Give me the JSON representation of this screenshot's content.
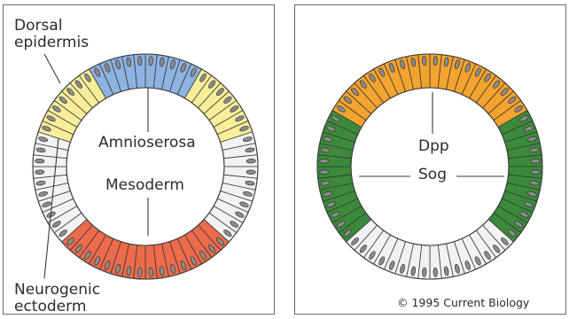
{
  "left": {
    "labels": {
      "dorsal_line1": "Dorsal",
      "dorsal_line2": "epidermis",
      "amnioserosa": "Amnioserosa",
      "mesoderm": "Mesoderm",
      "neuro_line1": "Neurogenic",
      "neuro_line2": "ectoderm"
    },
    "segments": [
      {
        "from": -30,
        "to": 30,
        "color": "#8eb2e2"
      },
      {
        "from": 30,
        "to": 70,
        "color": "#f8ee9a"
      },
      {
        "from": -70,
        "to": -30,
        "color": "#f8ee9a"
      },
      {
        "from": 70,
        "to": 130,
        "color": "#f2f2f2"
      },
      {
        "from": -130,
        "to": -70,
        "color": "#f2f2f2"
      },
      {
        "from": 130,
        "to": 230,
        "color": "#ec6b4a"
      }
    ]
  },
  "right": {
    "labels": {
      "dpp": "Dpp",
      "sog": "Sog"
    },
    "segments": [
      {
        "from": -62,
        "to": 62,
        "color": "#f4a32e"
      },
      {
        "from": 62,
        "to": 132,
        "color": "#3a8a3a"
      },
      {
        "from": -132,
        "to": -62,
        "color": "#3a8a3a"
      },
      {
        "from": 132,
        "to": 228,
        "color": "#f2f2f2"
      }
    ]
  },
  "copyright": "© 1995 Current Biology",
  "colors": {
    "outline": "#3a3a3a",
    "nucleus": "#8c8c8c",
    "panel_border": "#6a6a6a"
  }
}
